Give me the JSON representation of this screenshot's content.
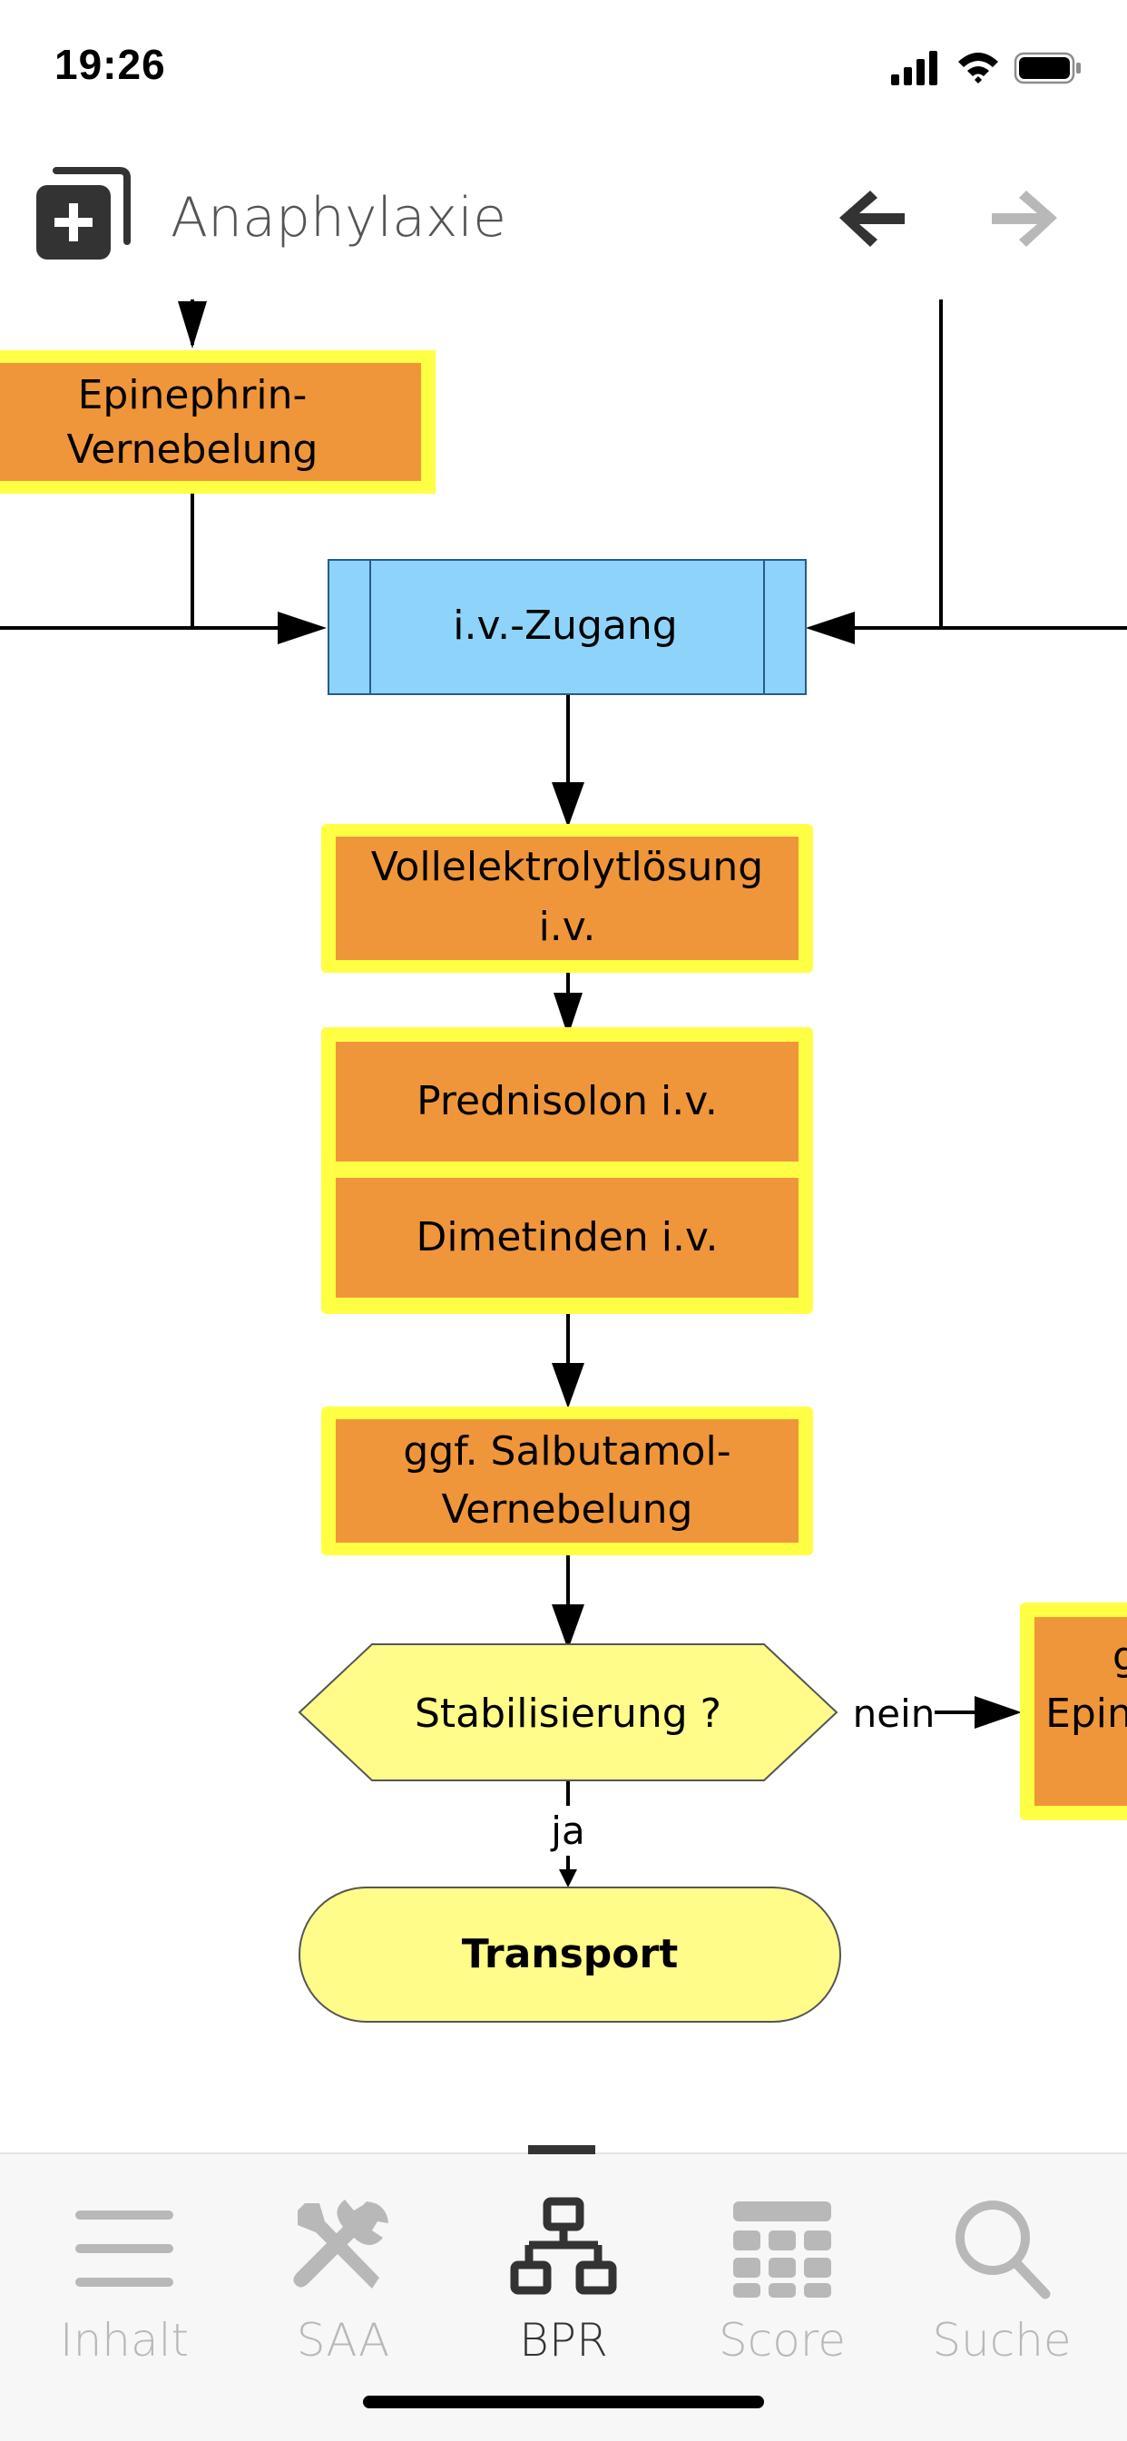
{
  "status_bar": {
    "time": "19:26",
    "icons": [
      "signal-icon",
      "wifi-icon",
      "battery-icon"
    ]
  },
  "nav": {
    "title": "Anaphylaxie",
    "add_icon": "add-bookmark-icon",
    "back_icon": "arrow-left-icon",
    "forward_icon": "arrow-right-icon"
  },
  "flowchart": {
    "epinephrin_nebul": [
      "Epinephrin-",
      "Vernebelung"
    ],
    "iv_access": "i.v.-Zugang",
    "electrolyte": [
      "Vollelektrolytlösung",
      "i.v."
    ],
    "prednisolon": "Prednisolon i.v.",
    "dimetinden": "Dimetinden i.v.",
    "salbutamol": [
      "ggf. Salbutamol-",
      "Vernebelung"
    ],
    "decision": "Stabilisierung ?",
    "no_label": "nein",
    "yes_label": "ja",
    "transport": "Transport",
    "cut_box": [
      "g",
      "Epin"
    ]
  },
  "tabs": [
    {
      "label": "Inhalt",
      "icon": "menu-lines-icon",
      "active": false
    },
    {
      "label": "SAA",
      "icon": "tools-icon",
      "active": false
    },
    {
      "label": "BPR",
      "icon": "hierarchy-icon",
      "active": true
    },
    {
      "label": "Score",
      "icon": "calculator-grid-icon",
      "active": false
    },
    {
      "label": "Suche",
      "icon": "search-icon",
      "active": false
    }
  ],
  "colors": {
    "orange_box": "#F0963A",
    "yellow_border": "#FFFF44",
    "blue_box": "#8ED4FA",
    "decision_yellow": "#FFFC8A",
    "tab_active": "#333333",
    "tab_inactive": "#B8B8B8"
  }
}
